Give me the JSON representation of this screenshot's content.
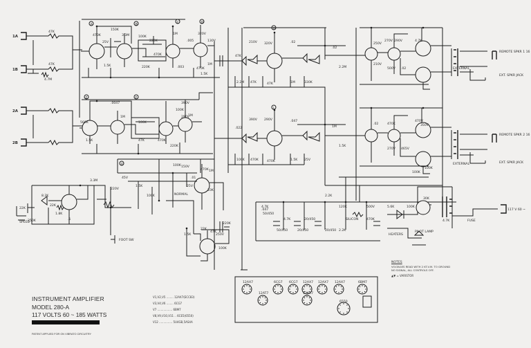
{
  "title_block": {
    "line1": "INSTRUMENT AMPLIFIER",
    "line2": "MODEL 280-A",
    "line3": "117 VOLTS 60 ~ 185 WATTS",
    "patent": "PATENT APPLIED FOR ON VIBRATO CIRCUITRY"
  },
  "tube_legend": [
    "V1,V2,V5 ........ 12AX7(ECC83)",
    "V3,V4,V6 ........ 6CG7",
    "V7 ................. 6BM7",
    "V8,V9,V10,V11 .. 6CE5(6550)",
    "V12 ............... 5U4GB,5AS4A"
  ],
  "notes": {
    "heading": "NOTES",
    "line1": "VOLTAGES READ WITH 2 KT.V.M. TO GROUND",
    "line2": "NO SIGNAL, ALL CONTROLS OFF.",
    "symbol": "= VARISTOR"
  },
  "socket_labels": [
    "12AX7",
    "12AT7",
    "6CG7",
    "6CG7",
    "12AX7",
    "12AX7",
    "12AX7",
    "6550",
    "12AX7",
    "6BM7"
  ],
  "inputs": [
    "1A",
    "1B",
    "2A",
    "2B"
  ],
  "section_markers": [
    "A",
    "B",
    "C",
    "D",
    "E",
    "F",
    "G",
    "H",
    "J"
  ],
  "outputs": {
    "speaker1": "REMOTE SPKR 1 16 OHM",
    "ext1": "EXTERNAL",
    "ext_spkr1": "EXT. SPKR JACK",
    "speaker2": "REMOTE SPKR 2 16 OHM",
    "ext2": "EXTERNAL",
    "ext_spkr2": "EXT. SPKR JACK",
    "mains": "117 V 60 ~",
    "fuse": "FUSE",
    "heaters": "HEATERS",
    "pilot": "PILOT LAMP",
    "footsw": "FOOT SW",
    "speed": "SPEED",
    "normal": "NORMAL"
  },
  "parts_text": [
    "47K",
    "47K",
    "4.7M",
    "470K",
    "150K",
    "3.3M",
    "25V",
    "1.5K",
    "100K",
    "220K",
    "220K",
    "470K",
    "1M",
    ".003",
    ".005",
    "320V",
    "130V",
    "470K",
    "1M",
    "1.5K",
    "47K",
    "210V",
    "320V",
    ".02",
    ".02",
    "2.2M",
    "2.2M",
    "47K",
    "47K",
    "1M",
    "330K",
    "560K",
    "1.5K",
    ".0047",
    "1M",
    "100K",
    "47K",
    "470K",
    "100K",
    "390V",
    "290V",
    "220K",
    "1M",
    ".022",
    "390V",
    "290V",
    ".047",
    "1M",
    "1.5K",
    "100K",
    "470K",
    "470K",
    "1.5K",
    "25V",
    "3.3M",
    "8.2K",
    "22K",
    "1.8K",
    ".1",
    "22K",
    "250K",
    "220V",
    "45V",
    "1.5K",
    "100K",
    "100K",
    "150V",
    "25V",
    ".01",
    "470K",
    "1M",
    "10K",
    "1.5K",
    "22K",
    "47K",
    "250V",
    "100K",
    "220K",
    ".047",
    "50/450",
    "50/450",
    "20/450",
    "20/450",
    "2.2K",
    "4.7K",
    "20/450",
    "SILICON",
    "470K",
    "2.2K",
    "120K",
    "500V",
    "5.6K",
    "100K",
    "30K",
    "4.7K",
    "4.7K",
    "250V",
    "270V",
    "290V",
    "210V",
    "500V",
    ".02",
    ".02",
    "470K",
    "270V",
    "465V",
    "100K",
    "350V",
    "100K",
    "4.7K",
    "470V",
    "220K"
  ]
}
